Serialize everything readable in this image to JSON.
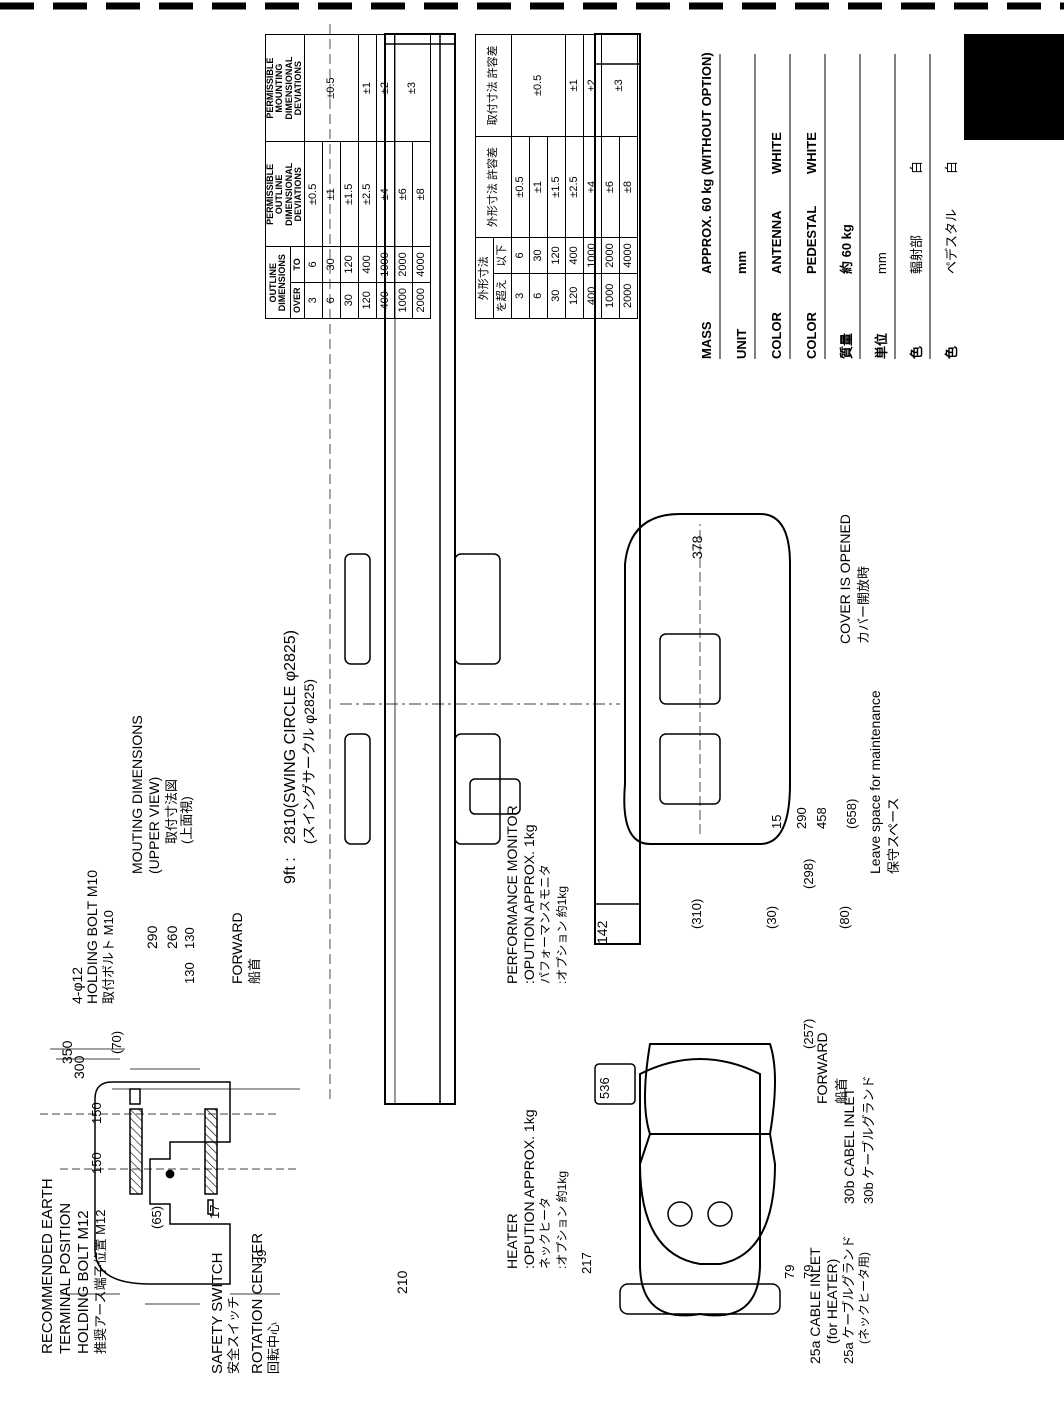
{
  "mounting": {
    "title": "MOUTING DIMENSIONS",
    "subtitle": "(UPPER VIEW)",
    "title_jp": "取付寸法図",
    "subtitle_jp": "(上面視)",
    "holes": "4-φ12",
    "bolt": "HOLDING BOLT M10",
    "bolt_jp": "取付ボルト M10",
    "forward": "FORWARD",
    "forward_jp": "船首",
    "dims": {
      "d350": "350",
      "d300": "300",
      "d150a": "150",
      "d150b": "150",
      "d70": "(70)",
      "d39": "39",
      "d65": "(65)",
      "d17": "17",
      "d290": "290",
      "d260": "260",
      "d130a": "130",
      "d130b": "130"
    }
  },
  "earth": {
    "l1": "RECOMMENDED EARTH",
    "l2": "TERMINAL POSITION",
    "bolt": "HOLDING BOLT M12",
    "jp": "推奨アース端子位置 M12"
  },
  "safety": {
    "en": "SAFETY SWITCH",
    "jp": "安全スイッチ"
  },
  "rotation": {
    "en": "ROTATION CENTER",
    "jp": "回転中心"
  },
  "swing": {
    "prefix": "9ft :",
    "label": "2810(SWING CIRCLE φ2825)",
    "jp": "(スイングサークル φ2825)"
  },
  "antenna": {
    "d210": "210",
    "d142": "142",
    "d378": "378"
  },
  "perf": {
    "l1": "PERFORMANCE MONITOR",
    "l2": ":OPUTION APPROX. 1kg",
    "jp1": "パフォーマンスモニタ",
    "jp2": ":オプション 約1kg"
  },
  "heater": {
    "l1": "HEATER",
    "l2": ":OPUTION APPROX. 1kg",
    "jp1": "ネックヒータ",
    "jp2": ":オプション 約1kg"
  },
  "cable": {
    "a": "25a CABLE INLET",
    "a2": "(for HEATER)",
    "a_jp": "25a ケーブルグランド",
    "a_jp2": "(ネックヒータ用)",
    "b": "30b CABEL INLET",
    "b_jp": "30b ケーブルグランド"
  },
  "forward2": {
    "en": "FORWARD",
    "jp": "船首"
  },
  "pedestal": {
    "d217": "217",
    "d79a": "79",
    "d79b": "79",
    "d536": "536",
    "d257": "(257)",
    "d298": "(298)",
    "d15": "15",
    "d310": "(310)",
    "d30": "(30)",
    "d80": "(80)",
    "d290": "290",
    "d458": "458",
    "d658": "(658)"
  },
  "cover": {
    "en": "COVER IS OPENED",
    "jp": "カバー開放時"
  },
  "maintenance": {
    "en": "Leave space for maintenance",
    "jp": "保守スペース"
  },
  "table_en": {
    "head_outline": "OUTLINE DIMENSIONS",
    "head_over": "OVER",
    "head_to": "TO",
    "head_tol": "PERMISSIBLE OUTLINE DIMENSIONAL DEVIATIONS",
    "head_mount": "PERMISSIBLE MOUNTING DIMENSIONAL DEVIATIONS",
    "rows": [
      [
        "3",
        "6",
        "±0.5"
      ],
      [
        "6",
        "30",
        "±1"
      ],
      [
        "30",
        "120",
        "±1.5"
      ],
      [
        "120",
        "400",
        "±2.5"
      ],
      [
        "400",
        "1000",
        "±4"
      ],
      [
        "1000",
        "2000",
        "±6"
      ],
      [
        "2000",
        "4000",
        "±8"
      ]
    ],
    "mount": [
      "±0.5",
      "±1",
      "±2",
      "±3"
    ]
  },
  "table_jp": {
    "head_outline": "外形寸法",
    "head_over": "を超え",
    "head_to": "以下",
    "head_tol": "外形寸法 許容差",
    "head_mount": "取付寸法 許容差",
    "rows": [
      [
        "3",
        "6",
        "±0.5"
      ],
      [
        "6",
        "30",
        "±1"
      ],
      [
        "30",
        "120",
        "±1.5"
      ],
      [
        "120",
        "400",
        "±2.5"
      ],
      [
        "400",
        "1000",
        "±4"
      ],
      [
        "1000",
        "2000",
        "±6"
      ],
      [
        "2000",
        "4000",
        "±8"
      ]
    ],
    "mount": [
      "±0.5",
      "±1",
      "±2",
      "±3"
    ]
  },
  "specs": {
    "mass_l": "MASS",
    "mass_v": "APPROX. 60 kg (WITHOUT OPTION)",
    "unit_l": "UNIT",
    "unit_v": "mm",
    "color_l": "COLOR",
    "color_a": "ANTENNA",
    "color_a_v": "WHITE",
    "color_l2": "COLOR",
    "color_p": "PEDESTAL",
    "color_p_v": "WHITE",
    "mass_jp_l": "質量",
    "mass_jp_v": "約 60 kg",
    "unit_jp_l": "単位",
    "unit_jp_v": "mm",
    "color_jp_l": "色",
    "color_jp_a": "輻射部",
    "color_jp_a_v": "白",
    "color_jp_l2": "色",
    "color_jp_p": "ペデスタル",
    "color_jp_p_v": "白"
  }
}
